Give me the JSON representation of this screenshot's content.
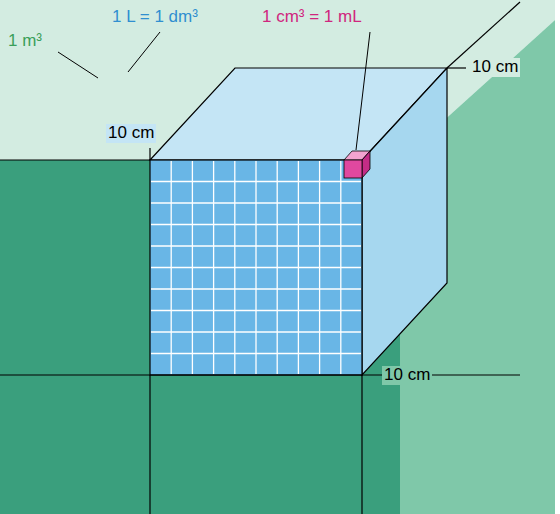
{
  "diagram": {
    "labels": [
      "1 L = 1 dm³",
      "1 cm³ = 1 mL",
      "1 m³",
      "10 cm",
      "10 cm",
      "10 cm"
    ]
  }
}
